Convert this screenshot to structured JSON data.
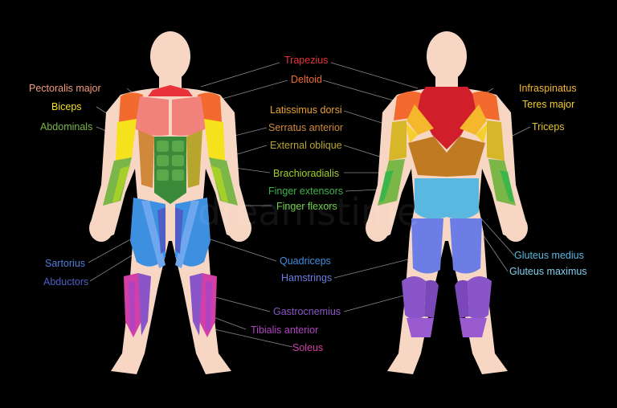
{
  "colors": {
    "background": "#000000",
    "skin": "#f7d7c4",
    "leader_line": "#8a8a8a"
  },
  "labels": {
    "trapezius": {
      "text": "Trapezius",
      "color": "#e8333b"
    },
    "deltoid": {
      "text": "Deltoid",
      "color": "#f26a2e"
    },
    "pectoralis_major": {
      "text": "Pectoralis major",
      "color": "#f29a7a"
    },
    "biceps": {
      "text": "Biceps",
      "color": "#f5e11c"
    },
    "abdominals": {
      "text": "Abdominals",
      "color": "#7ab648"
    },
    "latissimus_dorsi": {
      "text": "Latissimus dorsi",
      "color": "#e8a22e"
    },
    "serratus_anterior": {
      "text": "Serratus anterior",
      "color": "#d0893a"
    },
    "external_oblique": {
      "text": "External oblique",
      "color": "#b7a52e"
    },
    "brachioradialis": {
      "text": "Brachioradialis",
      "color": "#a6cf2a"
    },
    "finger_extensors": {
      "text": "Finger extensors",
      "color": "#3cb54a"
    },
    "finger_flexors": {
      "text": "Finger flexors",
      "color": "#6fd04a"
    },
    "sartorius": {
      "text": "Sartorius",
      "color": "#4f7fd8"
    },
    "abductors": {
      "text": "Abductors",
      "color": "#4d5fc6"
    },
    "quadriceps": {
      "text": "Quadriceps",
      "color": "#3d8fe0"
    },
    "hamstrings": {
      "text": "Hamstrings",
      "color": "#6d7de6"
    },
    "gastrocnemius": {
      "text": "Gastrocnemius",
      "color": "#8a55c8"
    },
    "tibialis_anterior": {
      "text": "Tibialis anterior",
      "color": "#b044c0"
    },
    "soleus": {
      "text": "Soleus",
      "color": "#d23fa6"
    },
    "infraspinatus": {
      "text": "Infraspinatus",
      "color": "#f5b82c"
    },
    "teres_major": {
      "text": "Teres major",
      "color": "#f5cf2c"
    },
    "triceps": {
      "text": "Triceps",
      "color": "#e0c22e"
    },
    "gluteus_medius": {
      "text": "Gluteus medius",
      "color": "#5ab8e0"
    },
    "gluteus_maximus": {
      "text": "Gluteus maximus",
      "color": "#7fd0ef"
    }
  },
  "watermark": "dreamstime"
}
